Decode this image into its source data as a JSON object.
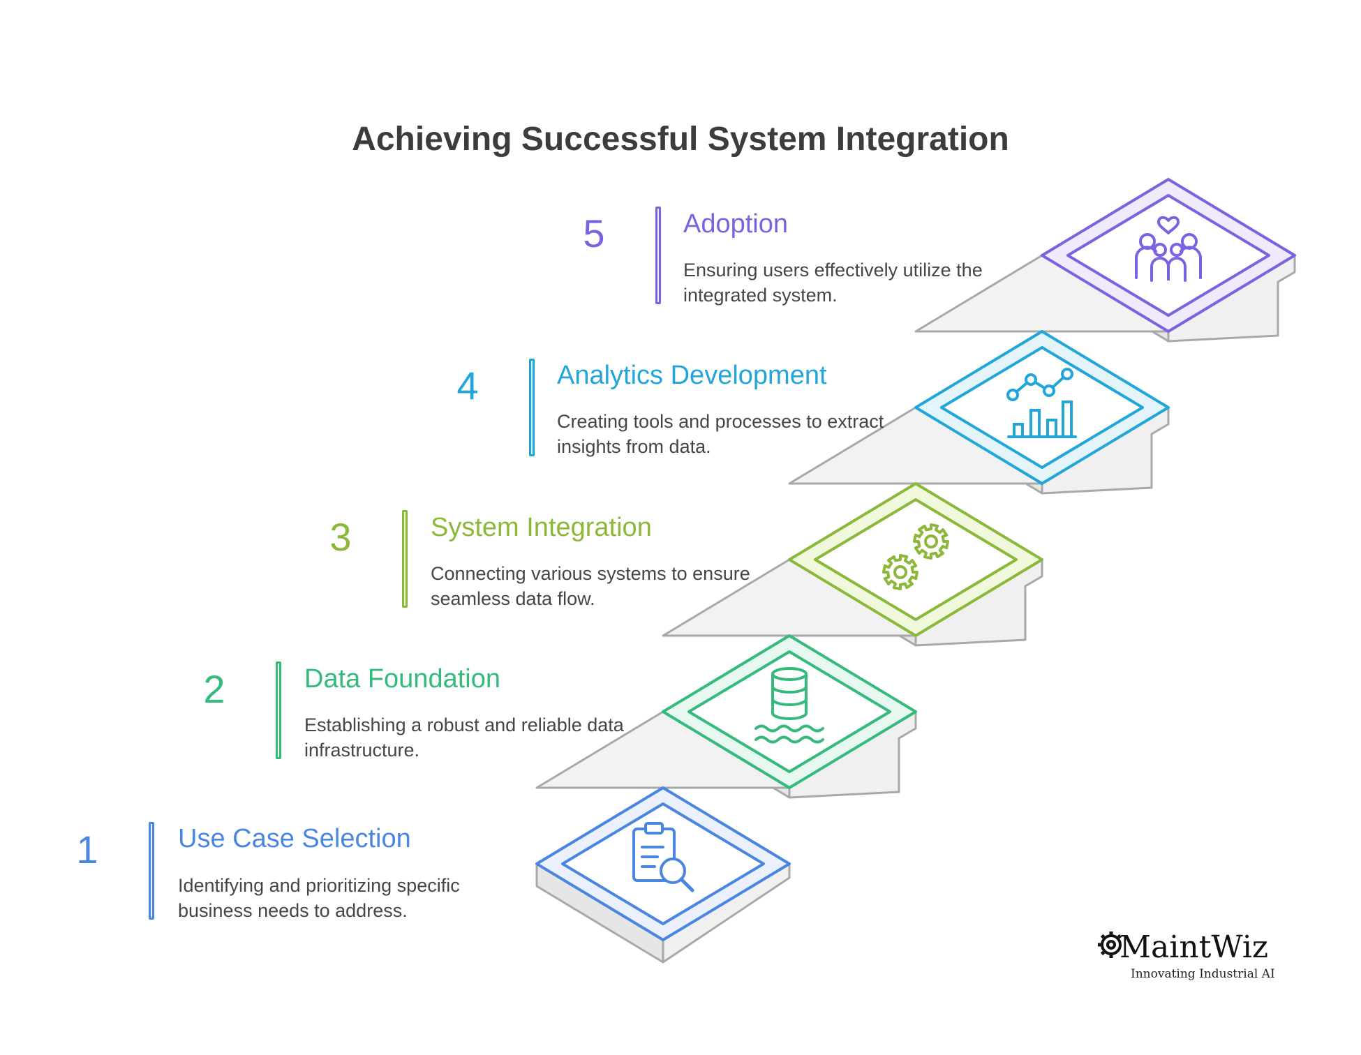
{
  "title": "Achieving Successful System Integration",
  "steps": [
    {
      "number": "1",
      "title": "Use Case Selection",
      "description": "Identifying and prioritizing specific business needs to address.",
      "color": "#4a86e0",
      "fill": "#eaf1fd",
      "icon": "clipboard-search-icon"
    },
    {
      "number": "2",
      "title": "Data Foundation",
      "description": "Establishing a robust and reliable data infrastructure.",
      "color": "#34bb7b",
      "fill": "#e6f8ef",
      "icon": "database-lake-icon"
    },
    {
      "number": "3",
      "title": "System Integration",
      "description": "Connecting various systems to ensure seamless data flow.",
      "color": "#8cb83a",
      "fill": "#f1f9dc",
      "icon": "gears-icon"
    },
    {
      "number": "4",
      "title": "Analytics Development",
      "description": "Creating tools and processes to extract insights from data.",
      "color": "#22a5d8",
      "fill": "#e3f4fb",
      "icon": "analytics-chart-icon"
    },
    {
      "number": "5",
      "title": "Adoption",
      "description": "Ensuring users effectively utilize the integrated system.",
      "color": "#7c62e0",
      "fill": "#efebfc",
      "icon": "family-heart-icon"
    }
  ],
  "logo": {
    "name": "MaintWiz",
    "tagline": "Innovating Industrial AI"
  }
}
